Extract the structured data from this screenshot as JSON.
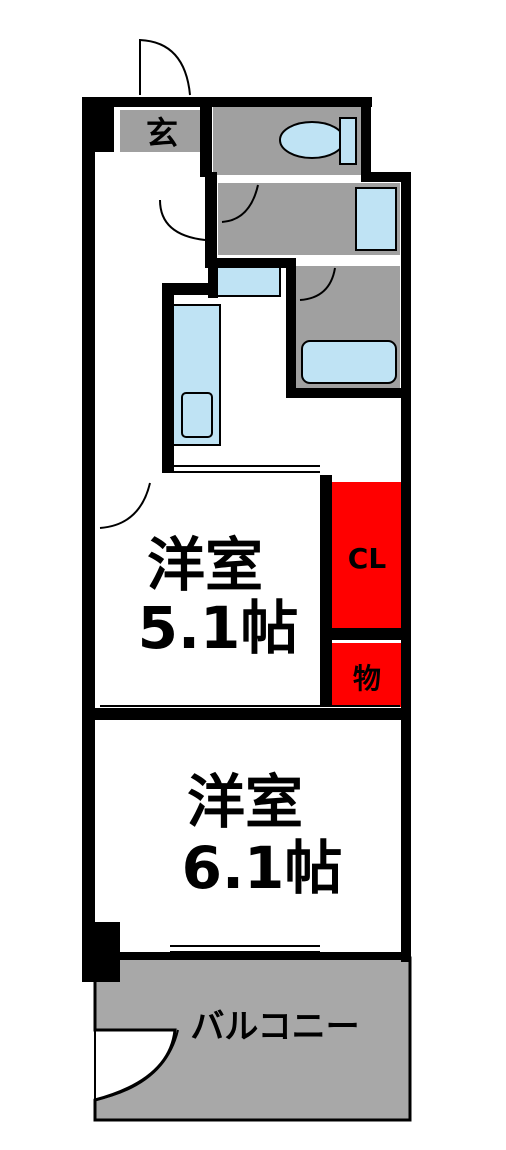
{
  "floorplan": {
    "entrance_label": "玄",
    "room1": {
      "type": "洋室",
      "size": "5.1帖"
    },
    "closet_label": "CL",
    "storage_label": "物",
    "room2": {
      "type": "洋室",
      "size": "6.1帖"
    },
    "balcony_label": "バルコニー"
  },
  "colors": {
    "wall": "#000000",
    "wet_area": "#a0a0a0",
    "fixture": "#bfe3f4",
    "closet": "#ff0000",
    "balcony": "#a8a8a8",
    "floor": "#ffffff"
  }
}
